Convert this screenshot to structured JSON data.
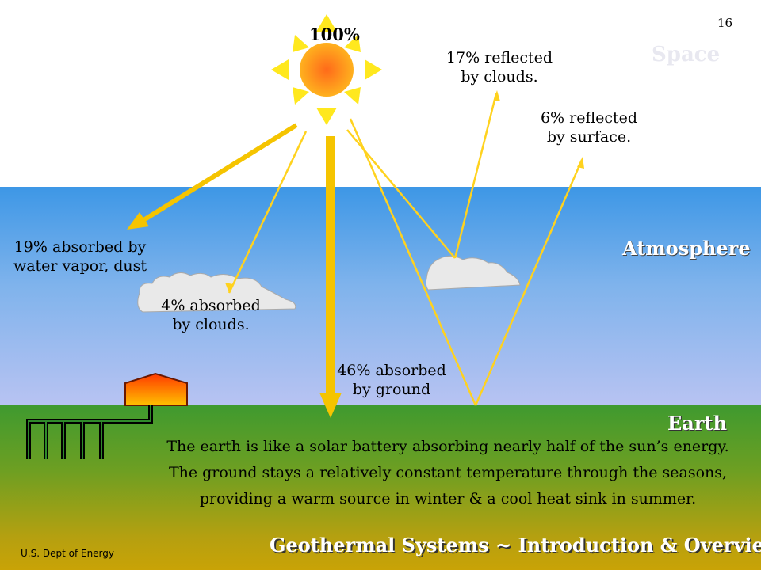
{
  "page_number": "16",
  "sun": {
    "label": "100%"
  },
  "regions": {
    "space": "Space",
    "atmosphere": "Atmosphere",
    "earth": "Earth"
  },
  "labels": {
    "reflected_clouds": [
      "17% reflected",
      "by clouds."
    ],
    "reflected_surface": [
      "6% reflected",
      "by surface."
    ],
    "absorbed_vapor": [
      "19% absorbed  by",
      "water vapor, dust"
    ],
    "absorbed_clouds": [
      "4% absorbed",
      "by clouds."
    ],
    "absorbed_ground": [
      "46% absorbed",
      "by ground"
    ]
  },
  "body_text": [
    "The earth is like a solar battery absorbing nearly half of the sun’s energy.",
    "The ground stays a relatively constant temperature through the seasons,",
    "providing a warm source in winter & a cool heat sink in summer."
  ],
  "footer": {
    "title": "Geothermal Systems ~ Introduction & Overview",
    "credit": "U.S. Dept of Energy"
  },
  "colors": {
    "sun": "#ff9a1e",
    "ray": "#ffd21e",
    "arrow": "#f5c400",
    "cloud": "#e8e8e8",
    "house": "#ff6a00"
  }
}
